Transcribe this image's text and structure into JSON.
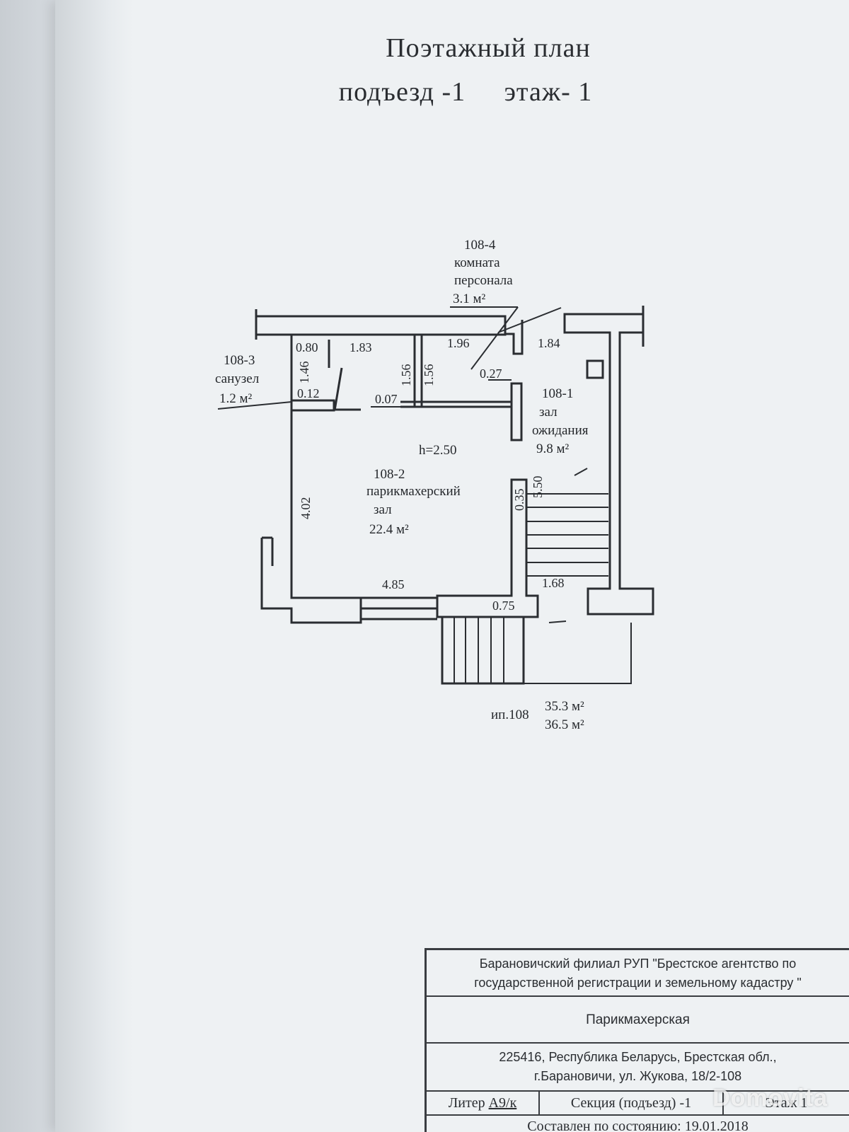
{
  "header": {
    "title": "Поэтажный план",
    "entrance": "подъезд -1",
    "floor": "этаж- 1"
  },
  "rooms": {
    "r1": {
      "id": "108-1",
      "name_line1": "зал",
      "name_line2": "ожидания",
      "area": "9.8 м²"
    },
    "r2": {
      "id": "108-2",
      "name_line1": "парикмахерский",
      "name_line2": "зал",
      "area": "22.4 м²"
    },
    "r3": {
      "id": "108-3",
      "name_line1": "санузел",
      "area": "1.2 м²"
    },
    "r4": {
      "id": "108-4",
      "name_line1": "комната",
      "name_line2": "персонала",
      "area": "3.1 м²"
    }
  },
  "ceiling_height": "h=2.50",
  "dimensions": {
    "d080": "0.80",
    "d183": "1.83",
    "d196": "1.96",
    "d184": "1.84",
    "d146": "1.46",
    "d156a": "1.56",
    "d156b": "1.56",
    "d027": "0.27",
    "d012": "0.12",
    "d007": "0.07",
    "d550": "5.50",
    "d035": "0.35",
    "d402": "4.02",
    "d485": "4.85",
    "d168": "1.68",
    "d075": "0.75"
  },
  "totals": {
    "label": "ип.108",
    "area1": "35.3 м²",
    "area2": "36.5 м²"
  },
  "stamp": {
    "org_line1": "Барановичский филиал РУП \"Брестское агентство по",
    "org_line2": "государственной регистрации и земельному кадастру \"",
    "object_name": "Парикмахерская",
    "address_line1": "225416, Республика Беларусь, Брестская обл.,",
    "address_line2": "г.Барановичи, ул. Жукова, 18/2-108",
    "litera_label": "Литер",
    "litera_value": "А9/к",
    "section": "Секция (подъезд) -1",
    "floor": "Этаж 1",
    "date": "Составлен по состоянию: 19.01.2018"
  },
  "watermark": "Domovita"
}
